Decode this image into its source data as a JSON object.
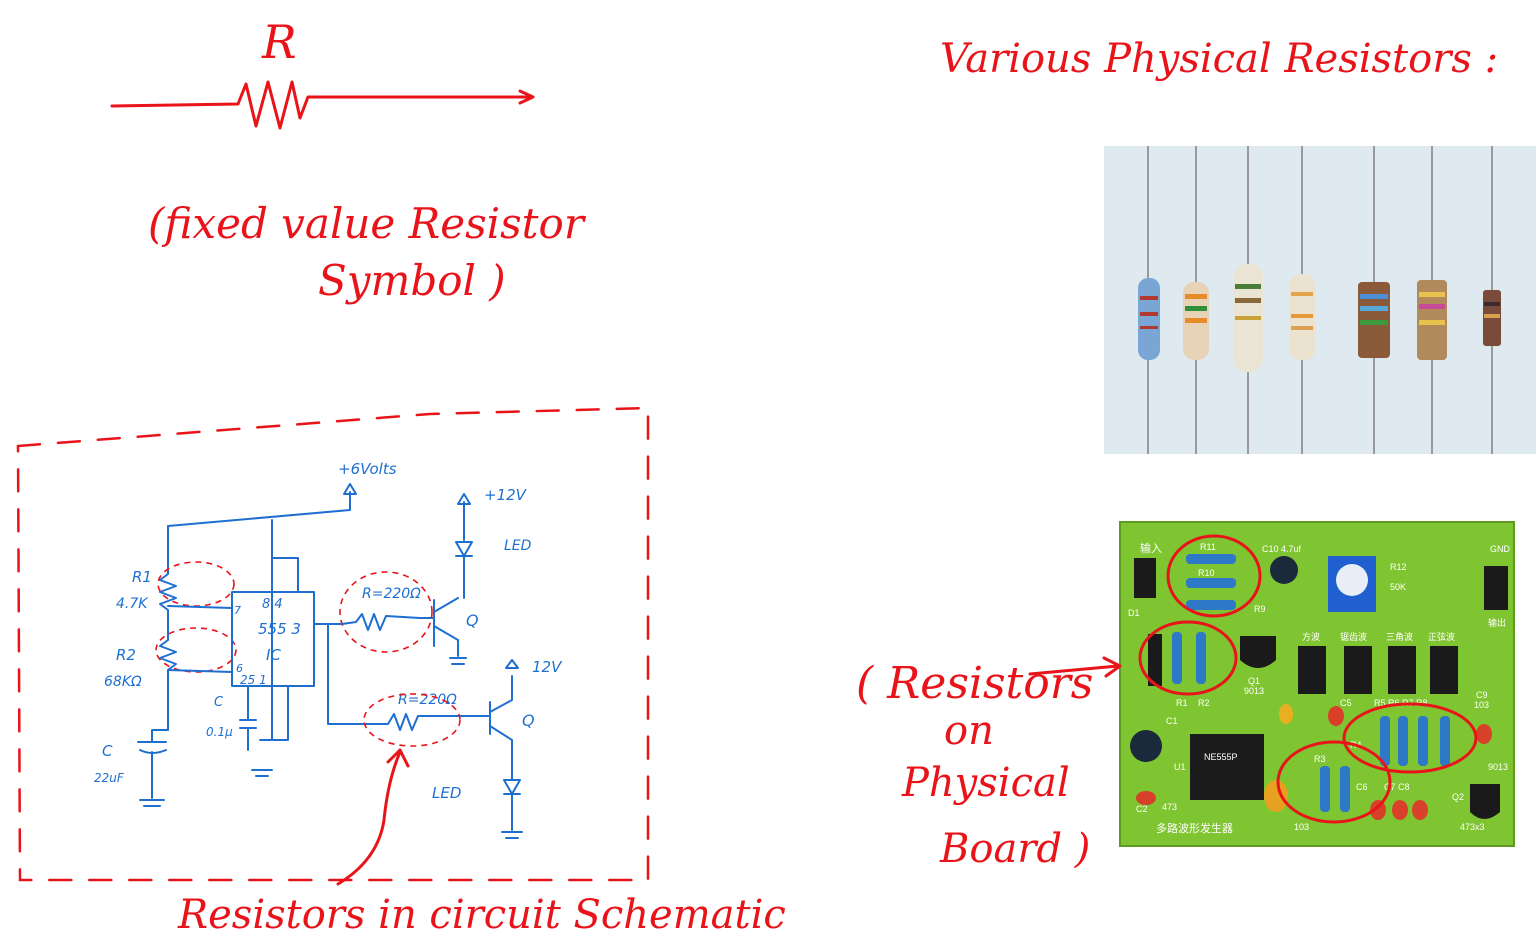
{
  "symbol": {
    "letter": "R",
    "caption_line1": "(fixed value Resistor",
    "caption_line2": "Symbol )"
  },
  "photo_section": {
    "title": "Various Physical Resistors :"
  },
  "schematic": {
    "supply_6v": "+6Volts",
    "supply_12v_top": "+12V",
    "supply_12v_bottom": "12V",
    "led_top": "LED",
    "led_bottom": "LED",
    "r1_label": "R1",
    "r1_value": "4.7K",
    "r2_label": "R2",
    "r2_value": "68KΩ",
    "chip_line1": "8 4",
    "chip_line2": "555 3",
    "chip_line3": "IC",
    "chip_line4": "25 1",
    "chip_pin7": "7",
    "chip_pin6": "6",
    "cap_small_label": "C",
    "cap_small_value": "0.1μ",
    "cap_big_label": "C",
    "cap_big_value": "22uF",
    "res_top": "R=220Ω",
    "res_bottom": "R=220Ω",
    "transistor_top": "Q",
    "transistor_bottom": "Q",
    "caption": "Resistors in circuit Schematic"
  },
  "board": {
    "callout_line1": "( Resistors",
    "callout_line2": "on",
    "callout_line3": "Physical",
    "callout_line4": "Board )",
    "labels": {
      "input": "输入",
      "r11": "R11",
      "r10": "R10",
      "r9": "R9",
      "c10": "C10 4.7uf",
      "r12": "R12",
      "r12_val": "50K",
      "d1": "D1",
      "q1": "Q1",
      "q1_val": "9013",
      "r1": "R1",
      "r2": "R2",
      "c1": "C1",
      "wave1": "方波",
      "wave2": "锯齿波",
      "wave3": "三角波",
      "wave4": "正弦波",
      "c9": "C9",
      "c9_val": "103",
      "r5r8": "R5 R6 R7 R8",
      "r3": "R3",
      "r4": "R4",
      "c5": "C5",
      "c6": "C6",
      "c7c8": "C7 C8",
      "c2": "C2",
      "c2_val": "473",
      "u1": "U1",
      "c3_val": "103",
      "q2": "Q2",
      "q2_val": "9013",
      "cap_val": "473x3",
      "board_title": "多路波形发生器",
      "gnd": "GND",
      "out": "输出",
      "chip_mark": "NE555P"
    }
  },
  "colors": {
    "annotation_red": "#e8141a",
    "schematic_blue": "#1f6fd1",
    "pcb_green": "#7fc431",
    "photo_bg": "#dfe9f0"
  }
}
